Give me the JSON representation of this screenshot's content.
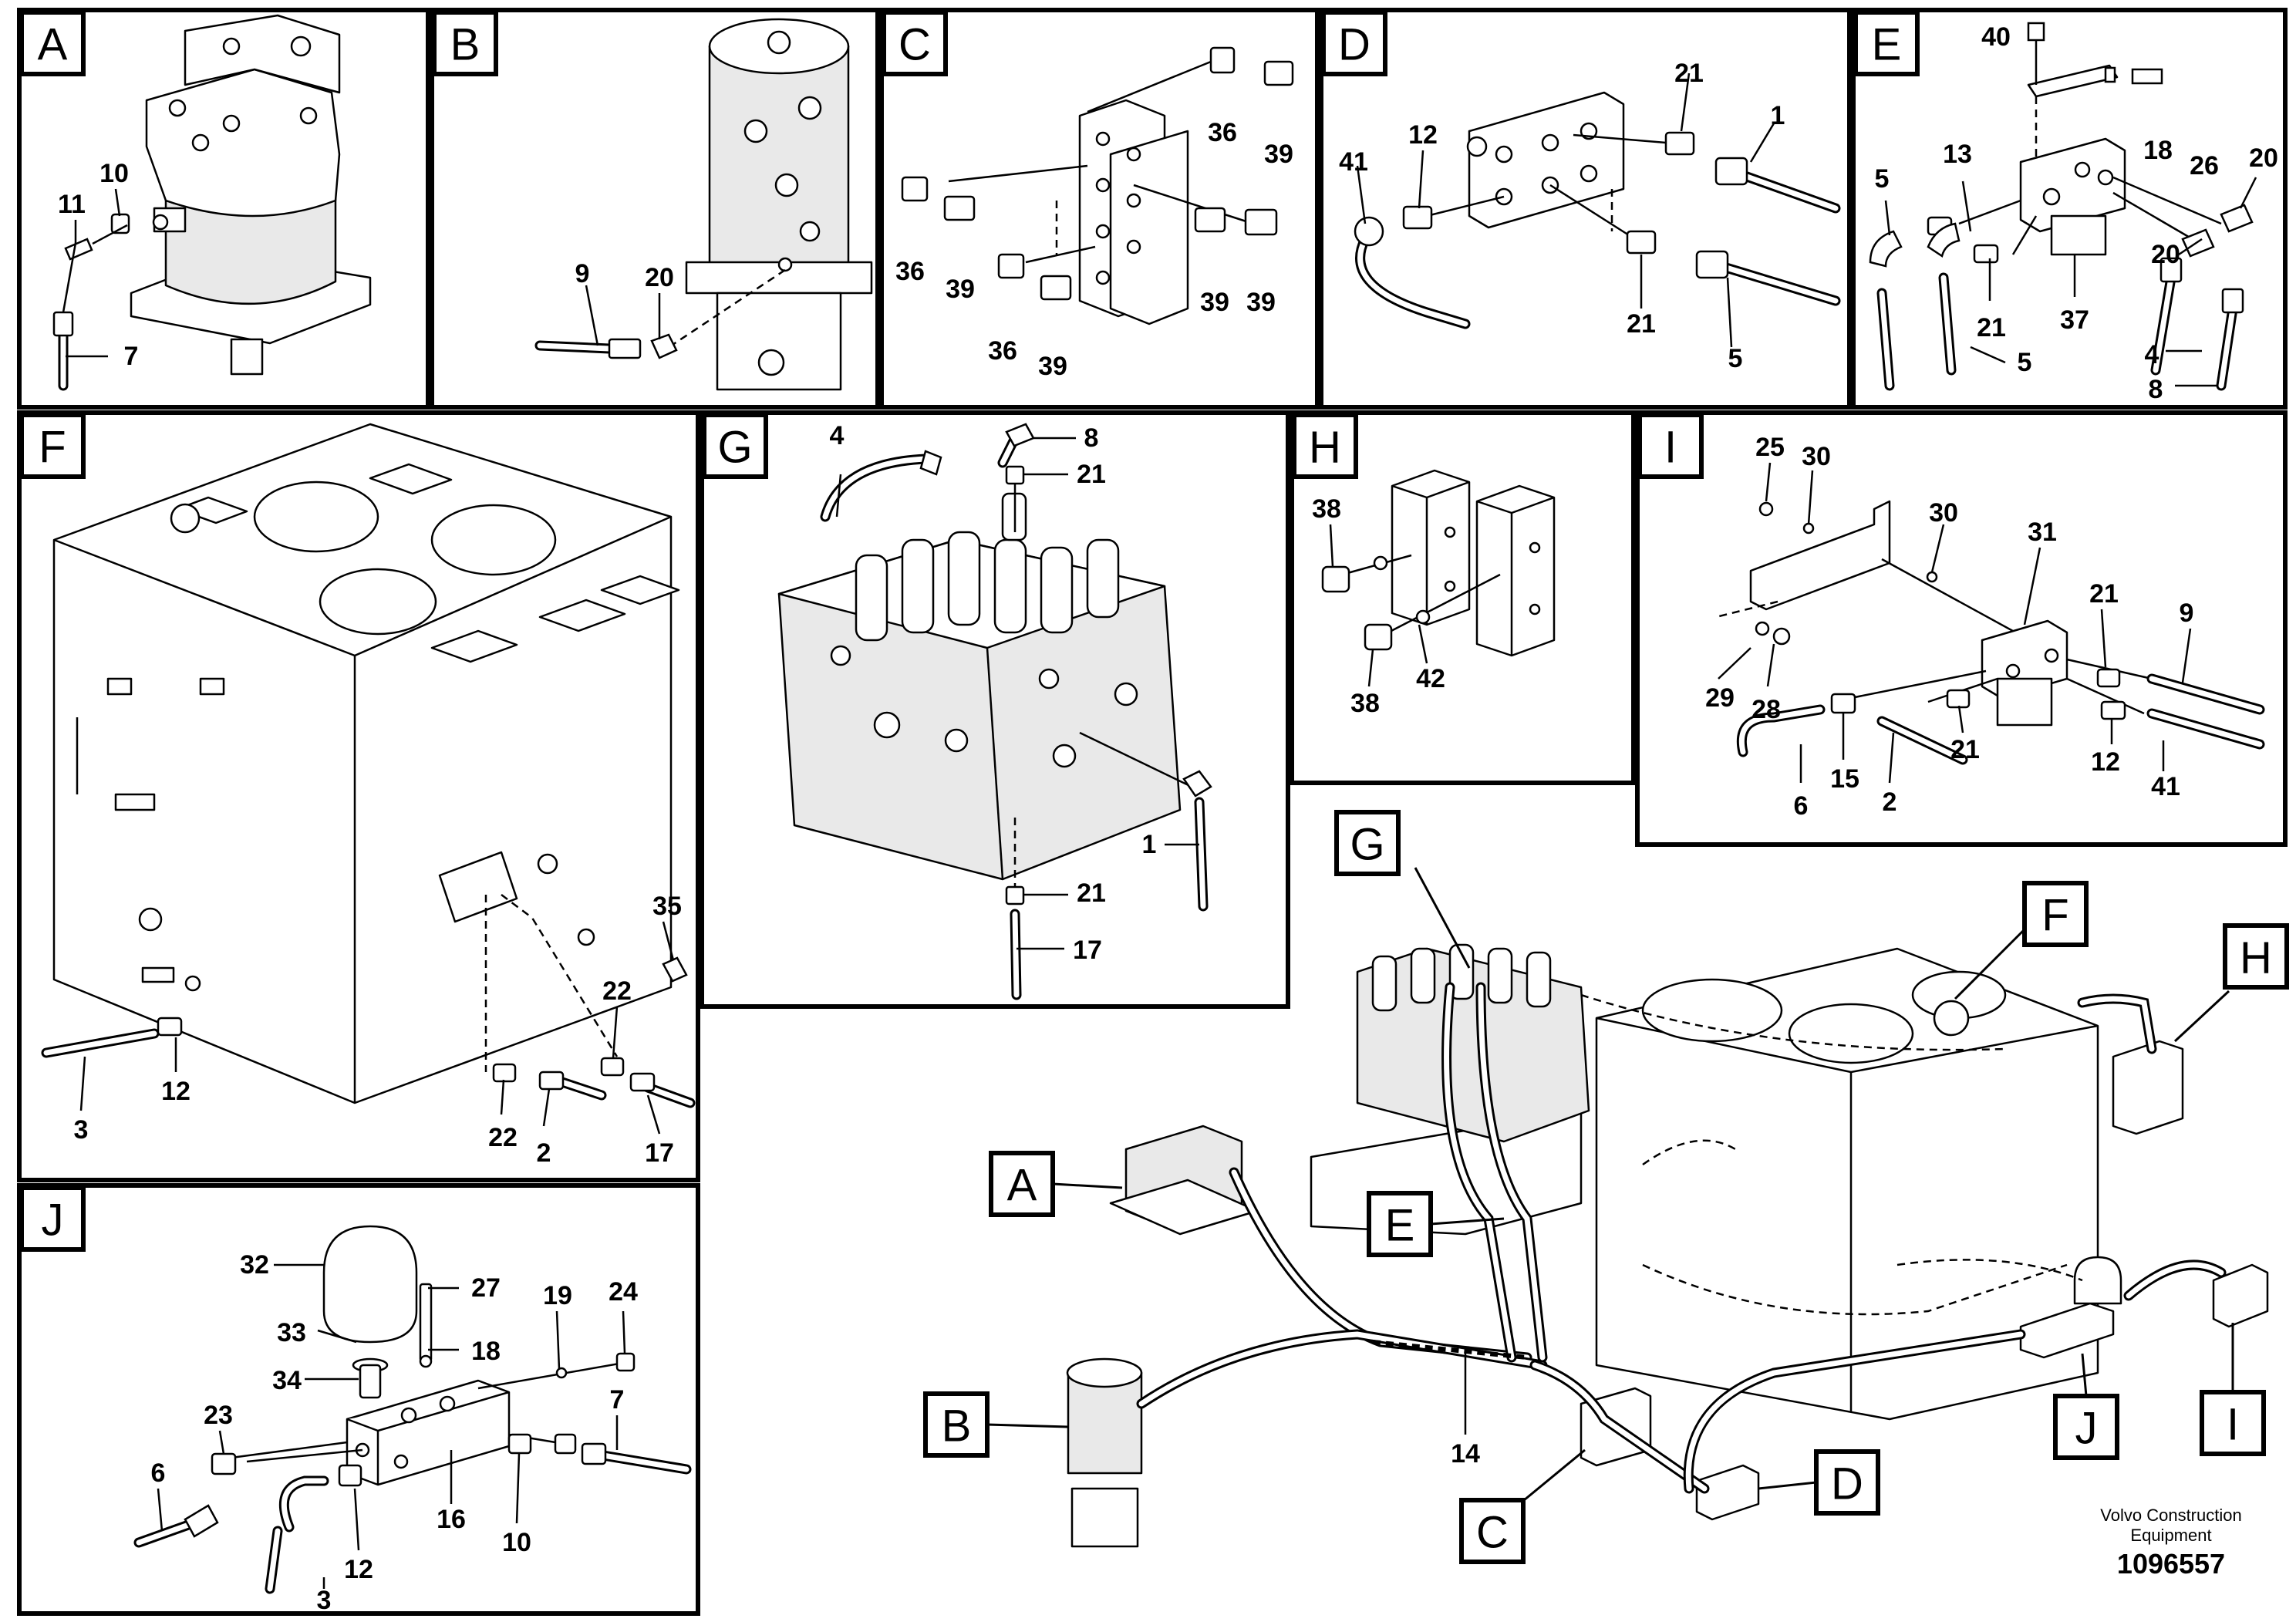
{
  "panels": {
    "A": {
      "letter": "A",
      "parts": [
        "11",
        "10",
        "7"
      ]
    },
    "B": {
      "letter": "B",
      "parts": [
        "9",
        "20"
      ]
    },
    "C": {
      "letter": "C",
      "parts": [
        "36",
        "39",
        "36",
        "39",
        "39",
        "36",
        "39",
        "39"
      ]
    },
    "D": {
      "letter": "D",
      "parts": [
        "41",
        "12",
        "21",
        "1",
        "21",
        "5"
      ]
    },
    "E": {
      "letter": "E",
      "parts": [
        "40",
        "18",
        "26",
        "13",
        "5",
        "20",
        "21",
        "5",
        "37",
        "20",
        "4",
        "8"
      ]
    },
    "F": {
      "letter": "F",
      "parts": [
        "35",
        "22",
        "12",
        "3",
        "22",
        "2",
        "17"
      ]
    },
    "G": {
      "letter": "G",
      "parts": [
        "4",
        "8",
        "21",
        "21",
        "1",
        "17"
      ]
    },
    "H": {
      "letter": "H",
      "parts": [
        "38",
        "38",
        "42"
      ]
    },
    "I": {
      "letter": "I",
      "parts": [
        "25",
        "30",
        "30",
        "31",
        "21",
        "9",
        "29",
        "28",
        "15",
        "21",
        "12",
        "6",
        "2",
        "41"
      ]
    },
    "J": {
      "letter": "J",
      "parts": [
        "32",
        "27",
        "33",
        "18",
        "19",
        "24",
        "34",
        "23",
        "7",
        "6",
        "12",
        "16",
        "10",
        "3"
      ]
    }
  },
  "overview": {
    "callouts": [
      "G",
      "F",
      "H",
      "A",
      "E",
      "B",
      "C",
      "D",
      "J",
      "I"
    ],
    "part_14": "14"
  },
  "footer": {
    "brand_line1": "Volvo Construction",
    "brand_line2": "Equipment",
    "doc_number": "1096557"
  },
  "colors": {
    "ink": "#000000",
    "paper": "#ffffff",
    "shade": "#e9e9e9"
  }
}
